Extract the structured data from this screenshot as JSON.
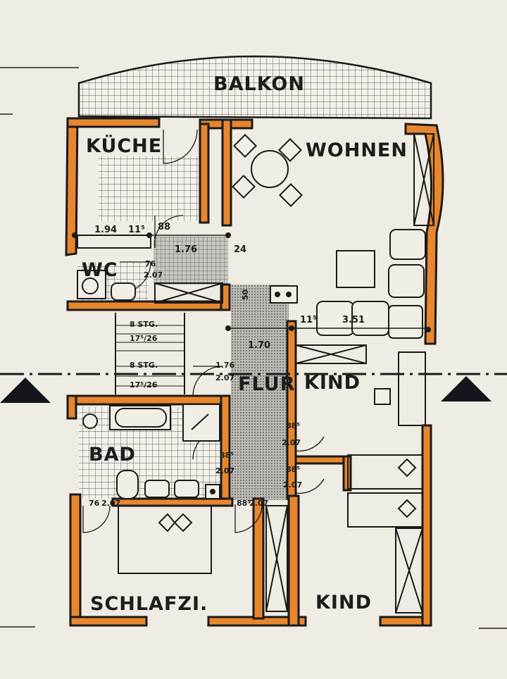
{
  "rooms": {
    "balkon": "BALKON",
    "kueche": "KÜCHE",
    "wohnen": "WOHNEN",
    "wc": "WC",
    "flur": "FLUR",
    "kind_1": "KIND",
    "bad": "BAD",
    "schlafzimmer": "SCHLAFZI.",
    "kind_2": "KIND"
  },
  "dimensions": {
    "kueche_width": "1.94",
    "kueche_side_a": "11⁵",
    "kueche_side_b": "88",
    "corridor_width_upper": "1.76",
    "wall_24": "24",
    "wc_door_w": "76",
    "wc_door_h": "2.07",
    "stair_1_count": "8 STG.",
    "stair_1_rise": "17⁵/26",
    "stair_2_count": "8 STG.",
    "stair_2_rise": "17⁵/26",
    "flur_width": "1.70",
    "flur_door_w": "1.76",
    "flur_door_h": "2.07",
    "wohnen_side": "11⁵",
    "wohnen_depth": "3.51",
    "chimney_note": "50",
    "kind1_door_w": "88⁵",
    "kind1_door_h": "2.07",
    "bad_door_w": "88⁵",
    "bad_door_h": "2.07",
    "kind2_door_w": "88⁵",
    "kind2_door_h": "2.07",
    "schlaf_door_w": "76",
    "schlaf_door_h": "2.07",
    "schlaf_door2_w": "88⁵",
    "schlaf_door2_h": "2.07"
  },
  "colors": {
    "paper": "#efece3",
    "wall_fill": "#e8862e",
    "ink": "#1a1a1a",
    "tile_grid": "#555555"
  },
  "icons": {
    "section_marker_left": "triangle-section-marker",
    "section_marker_right": "triangle-section-marker"
  }
}
